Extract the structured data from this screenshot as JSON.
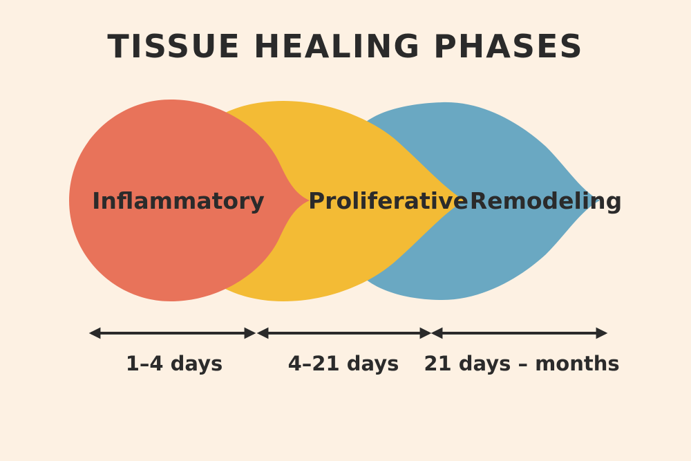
{
  "title": "TISSUE HEALING PHASES",
  "phases": [
    {
      "name": "Inflammatory",
      "duration": "1–4 days",
      "color": "#e8735a"
    },
    {
      "name": "Proliferative",
      "duration": "4–21 days",
      "color": "#f3bb35"
    },
    {
      "name": "Remodeling",
      "duration": "21 days – months",
      "color": "#6aa8c2"
    }
  ],
  "colors": {
    "background": "#fdf1e3",
    "text": "#2b2b2b",
    "arrow": "#2a2a2a"
  }
}
